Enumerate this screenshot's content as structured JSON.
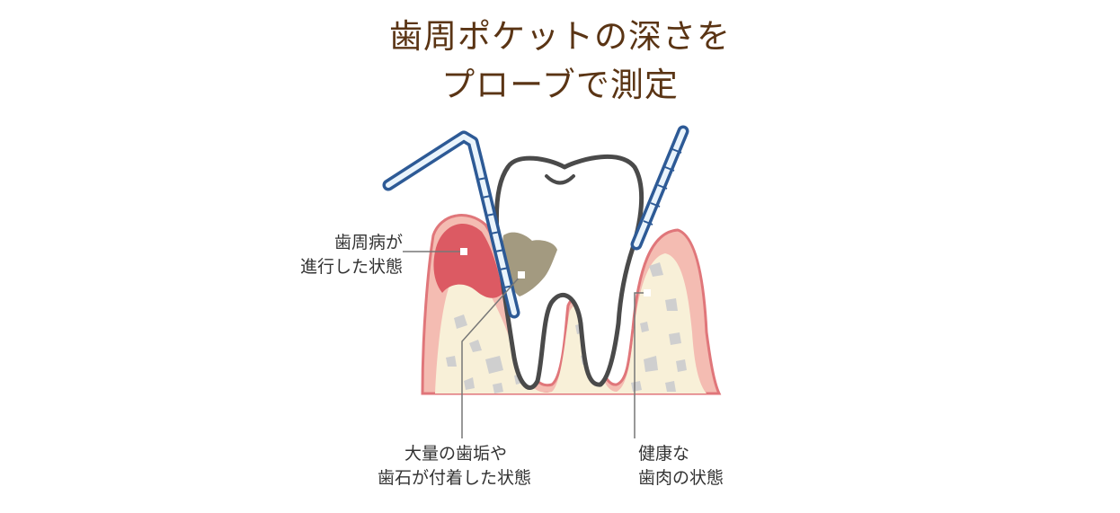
{
  "title": {
    "line1": "歯周ポケットの深さを",
    "line2": "プローブで測定"
  },
  "labels": {
    "periodontitis": {
      "line1": "歯周病が",
      "line2": "進行した状態"
    },
    "tartar": {
      "line1": "大量の歯垢や",
      "line2": "歯石が付着した状態"
    },
    "healthy": {
      "line1": "健康な",
      "line2": "歯肉の状態"
    }
  },
  "colors": {
    "title": "#5a3414",
    "probe_stroke": "#2d5a96",
    "probe_fill": "#eaf4fc",
    "tooth_outline": "#4a4a4a",
    "tartar": "#a39a80",
    "gum": "#f4bcb2",
    "gum_edge": "#e0767a",
    "inflamed_gum": "#dc5a63",
    "bone": "#f8f0d8",
    "bone_spots": "#cfcfcf",
    "leader_line": "#777777"
  }
}
